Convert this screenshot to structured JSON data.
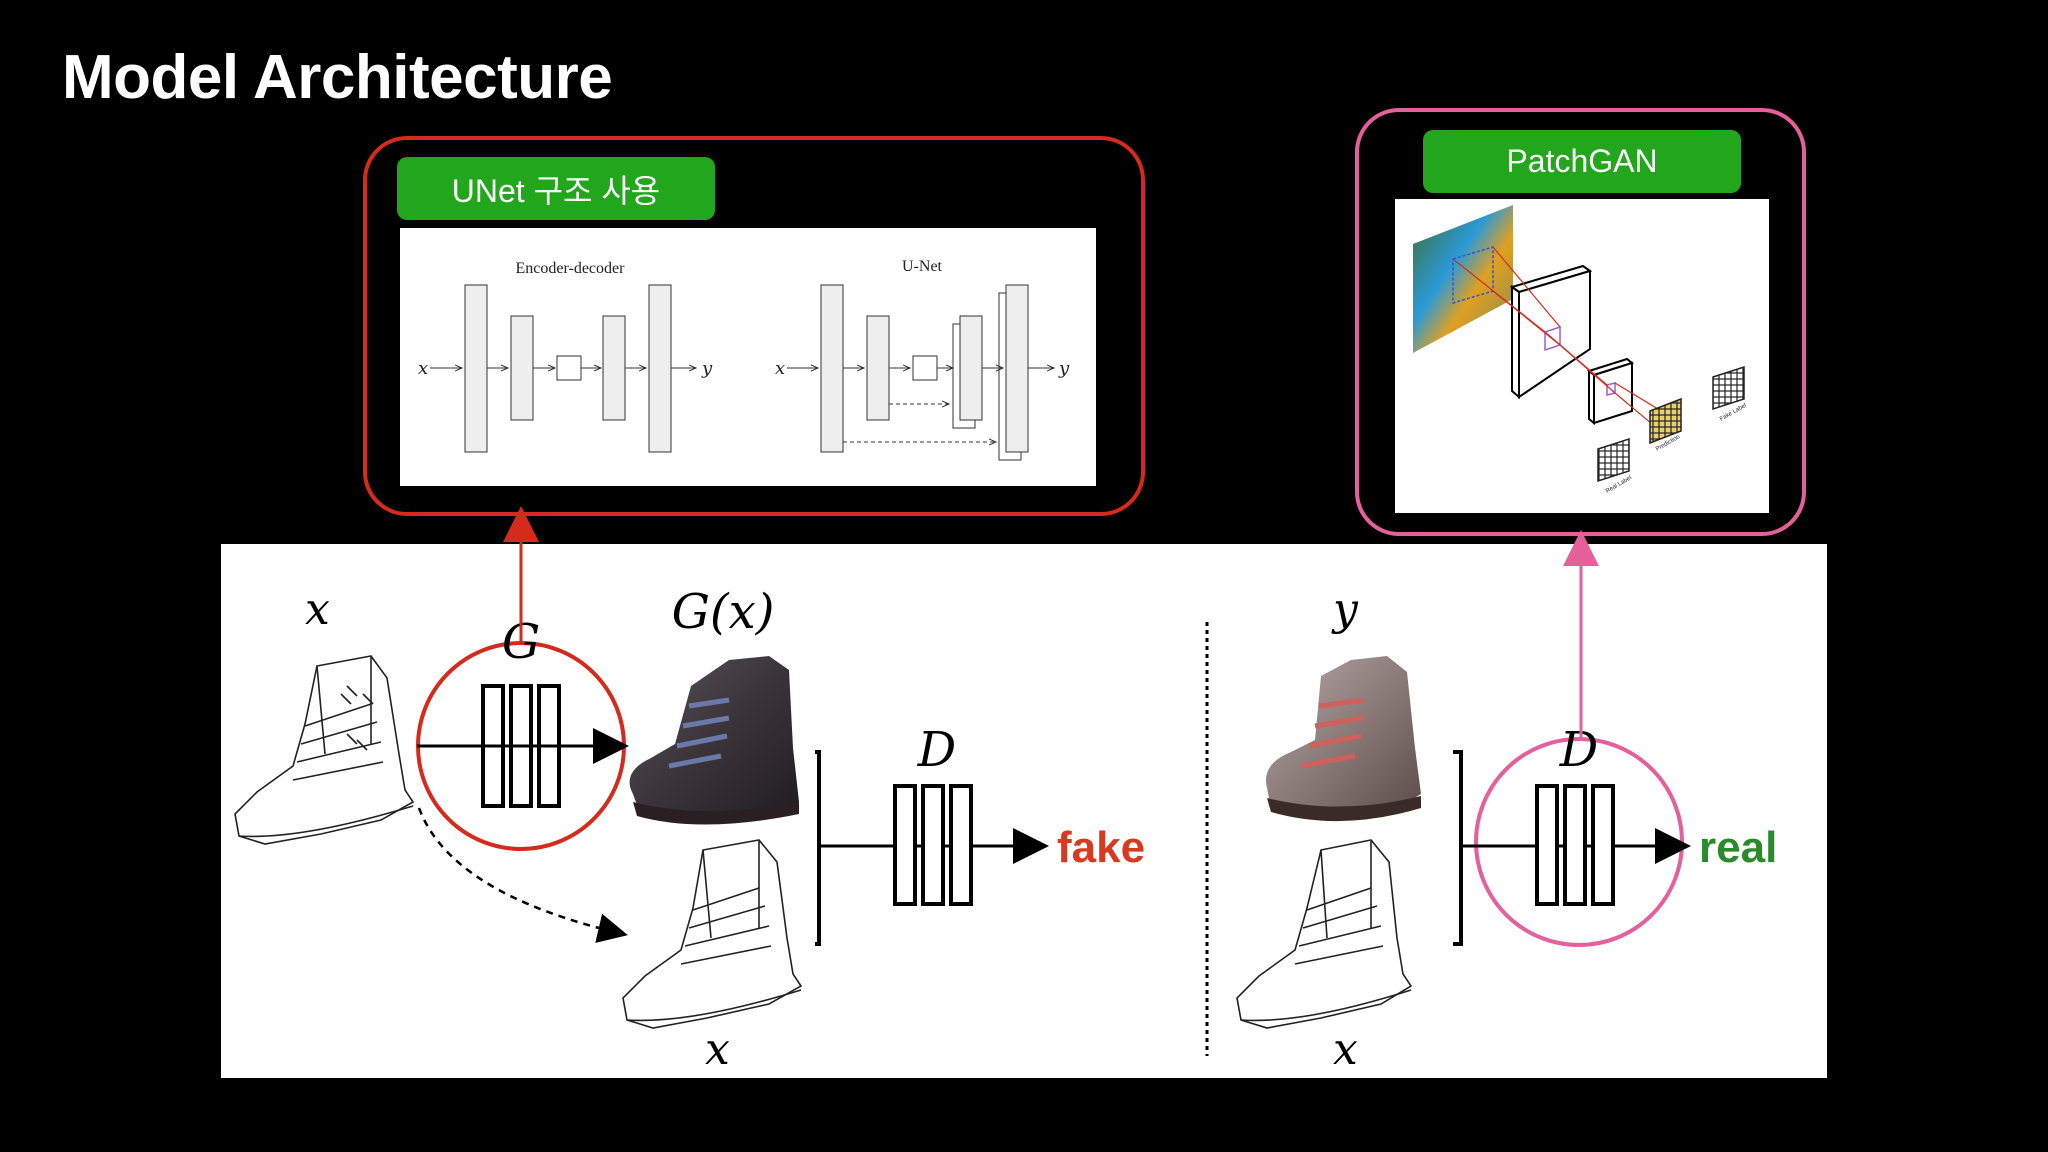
{
  "slide": {
    "title": "Model Architecture"
  },
  "unet_callout": {
    "label": "UNet 구조 사용",
    "diagram": {
      "left_title": "Encoder-decoder",
      "right_title": "U-Net",
      "input": "x",
      "output": "y"
    }
  },
  "patchgan_callout": {
    "label": "PatchGAN",
    "grid_labels": {
      "prediction": "Prediction",
      "fake": "Fake Label",
      "real": "Real Label"
    }
  },
  "main_diagram": {
    "input_label": "x",
    "generator_label": "G",
    "generated_label": "G(x)",
    "discriminator_label": "D",
    "fake_output": "fake",
    "target_label": "y",
    "condition_label": "x",
    "real_output": "real"
  },
  "colors": {
    "red_accent": "#d62a1c",
    "pink_accent": "#e5609b",
    "green_pill": "#22a61b",
    "fake_text": "#d83a1f",
    "real_text": "#2b8a2b"
  }
}
